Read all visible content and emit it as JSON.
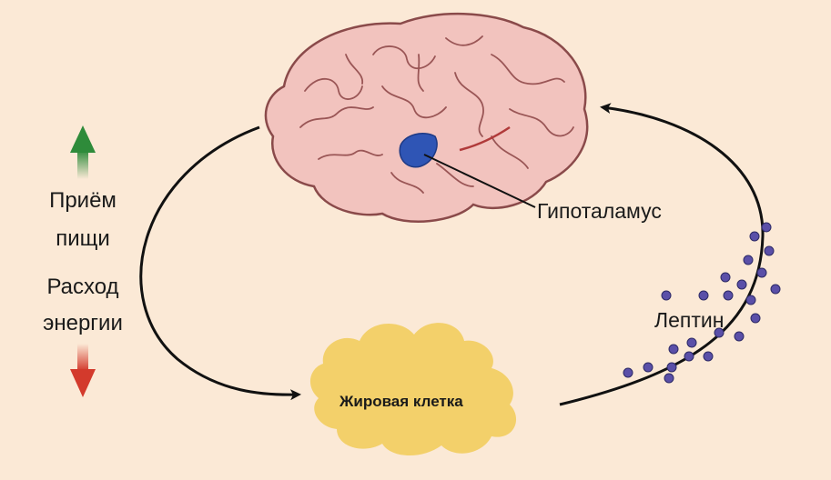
{
  "labels": {
    "food_intake": [
      "Приём",
      "пищи"
    ],
    "energy_expenditure": [
      "Расход",
      "энергии"
    ],
    "hypothalamus": "Гипоталамус",
    "leptin": "Лептин",
    "fat_cell": "Жировая клетка"
  },
  "colors": {
    "background": "#fbe9d6",
    "brain_fill": "#f2c3be",
    "brain_outline": "#8a4a4a",
    "hypothalamus": "#2f55b5",
    "fat_cell": "#f3d06a",
    "leptin_dots": "#5a4fa8",
    "arrow_up": "#2e8b3a",
    "arrow_down": "#d33a2c",
    "flow_arrows": "#111111"
  },
  "icons": {
    "up_arrow": "arrow-up-icon",
    "down_arrow": "arrow-down-icon"
  }
}
